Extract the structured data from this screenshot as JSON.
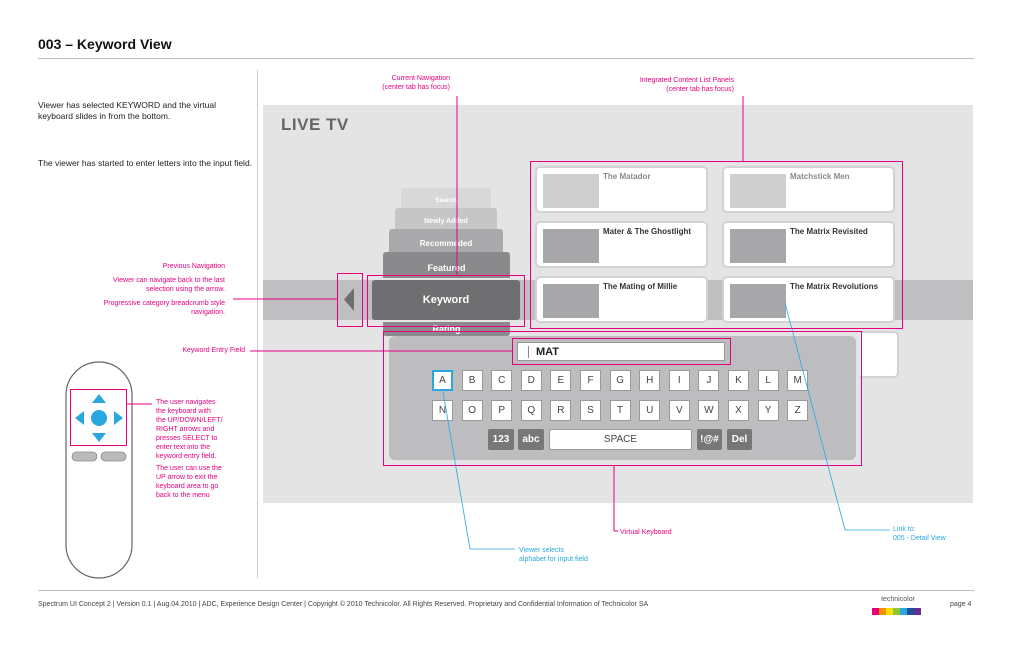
{
  "header": {
    "title": "003 – Keyword View"
  },
  "description": {
    "para1": "Viewer has selected KEYWORD and the virtual keyboard slides in from the bottom.",
    "para2": "The viewer has started to enter letters into the input field."
  },
  "annotations": {
    "current_nav_1": "Current Navigation",
    "current_nav_2": "(center tab has focus)",
    "integrated_1": "Integrated Content List Panels",
    "integrated_2": "(center tab has focus)",
    "previous_nav": "Previous Navigation",
    "viewer_can_1": "Viewer can navigate back to the last",
    "viewer_can_2": "selection using the arrow.",
    "progressive_1": "Progressive  category breadcrumb style",
    "progressive_2": "navigation.",
    "keyword_entry": "Keyword Entry Field",
    "remote_1": "The user navigates\nthe keyboard with\nthe UP/DOWN/LEFT/\nRIGHT arrows and\npresses SELECT to\nenter text into the\nkeyword entry field.",
    "remote_2": "The user can use the\nUP arrow to exit the\nkeyboard area to go\nback to the menu",
    "virtual_keyboard": "Virtual Keyboard",
    "viewer_selects_1": "Viewer selects",
    "viewer_selects_2": "alphabet for input field",
    "link_1": "Link to:",
    "link_2": "005 - Detail View"
  },
  "screen": {
    "title": "LIVE TV",
    "tabs": [
      "Search",
      "Newly Added",
      "Recommeded",
      "Featured",
      "Keyword",
      "Rating"
    ],
    "active_tab": "Keyword",
    "cards_left": [
      "The Matador",
      "Mater & The Ghostlight",
      "The Mating of Millie"
    ],
    "cards_right": [
      "Matchstick Men",
      "The Matrix Revisited",
      "The Matrix Revolutions"
    ]
  },
  "keyboard": {
    "input_value": "MAT",
    "row1": [
      "A",
      "B",
      "C",
      "D",
      "E",
      "F",
      "G",
      "H",
      "I",
      "J",
      "K",
      "L",
      "M"
    ],
    "row2": [
      "N",
      "O",
      "P",
      "Q",
      "R",
      "S",
      "T",
      "U",
      "V",
      "W",
      "X",
      "Y",
      "Z"
    ],
    "selected_key": "A",
    "func_keys": {
      "num": "123",
      "abc": "abc",
      "space": "SPACE",
      "sym": "!@#",
      "del": "Del"
    }
  },
  "footer": {
    "text": "Spectrum UI Concept 2   |   Version 0.1   |   Aug.04.2010   |   ADC, Experience Design Center    |   Copyright © 2010 Technicolor.  All Rights Reserved. Proprietary and Confidential Information of Technicolor SA",
    "brand": "technicolor",
    "page": "page 4"
  },
  "colors": {
    "accent_pink": "#e6007e",
    "accent_blue": "#29a8e0"
  }
}
